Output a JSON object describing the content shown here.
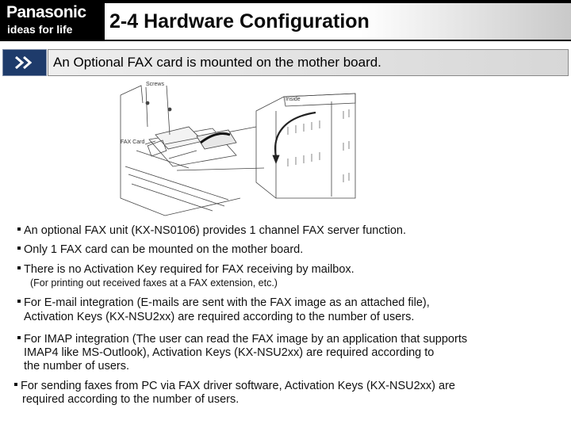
{
  "header": {
    "brand_name": "Panasonic",
    "brand_tagline": "ideas for life",
    "title": "2-4 Hardware Configuration"
  },
  "subtitle": {
    "text": "An Optional FAX card is mounted on the mother board.",
    "icon": "double-chevron-right-icon"
  },
  "figure": {
    "labels": {
      "screws": "Screws",
      "inside": "Inside",
      "fax_card": "FAX Card"
    }
  },
  "bullets": {
    "b1": "An optional FAX unit (KX-NS0106) provides 1 channel FAX server function.",
    "b2": "Only 1 FAX card can be mounted on the mother board.",
    "b3": "There is no Activation Key required for FAX receiving by mailbox.",
    "b3_note": "(For printing out received faxes at a FAX extension, etc.)",
    "b4_l1": "For E-mail integration (E-mails are sent with the FAX image as an attached file),",
    "b4_l2": "Activation Keys (KX-NSU2xx)  are required according to the number of users.",
    "b5_l1": "For IMAP integration (The user can read the FAX image by an application that supports",
    "b5_l2": "IMAP4 like MS-Outlook), Activation Keys (KX-NSU2xx) are required according to",
    "b5_l3": "the number of users.",
    "b6_l1": "For sending faxes from PC via FAX driver software, Activation Keys (KX-NSU2xx) are",
    "b6_l2": "required according to the number of users."
  },
  "colors": {
    "header_bg": "#000000",
    "accent_navy": "#1e3b6b"
  }
}
